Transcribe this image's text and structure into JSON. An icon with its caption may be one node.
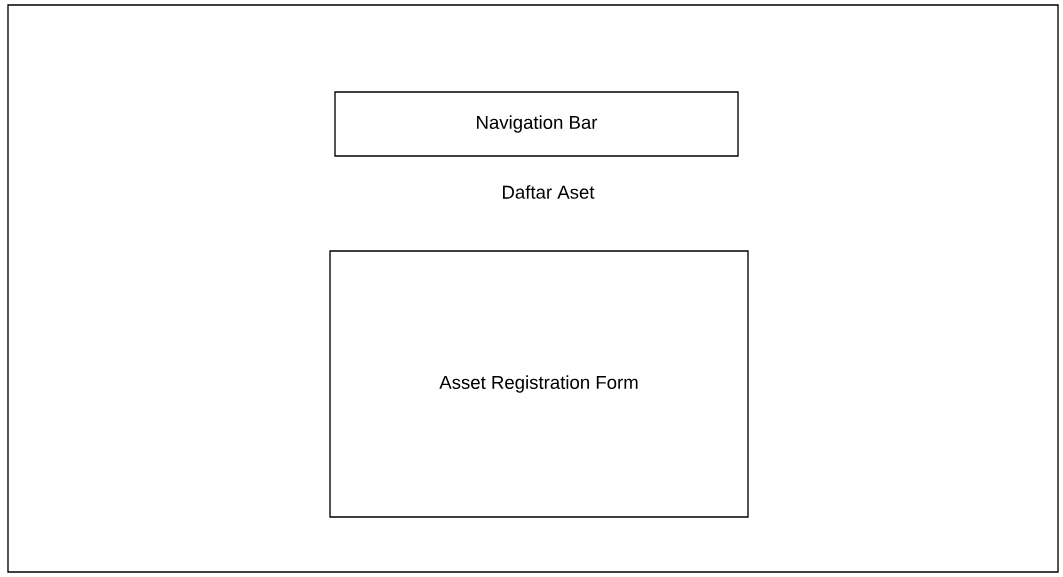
{
  "diagram": {
    "nodes": [
      {
        "text": [],
        "shape": "box"
      },
      {
        "text": [
          "Navigation Bar"
        ],
        "in": 0
      },
      {
        "text": [
          "Asset Registration Form"
        ],
        "in": 0
      }
    ],
    "labels": [
      "Daftar Aset"
    ]
  }
}
